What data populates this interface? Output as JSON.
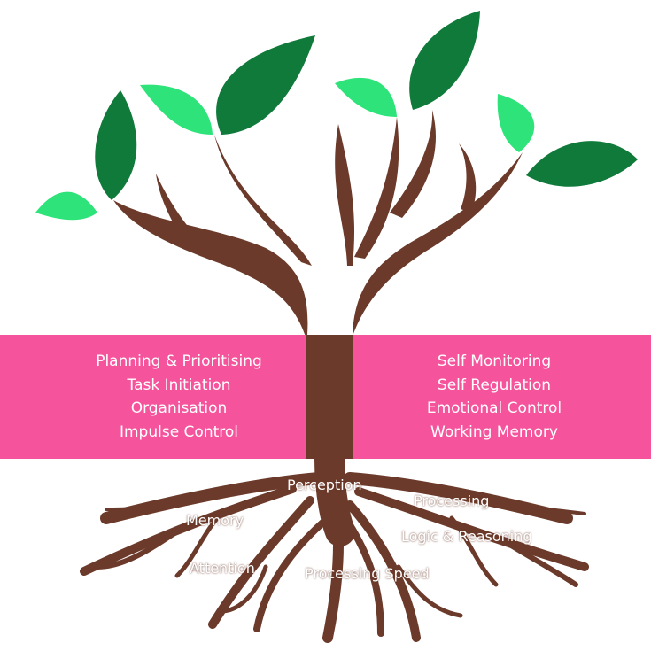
{
  "colors": {
    "band": "#f5549c",
    "trunk": "#6b3a2a",
    "leaf_dark": "#0f7a3a",
    "leaf_light": "#2ee47a",
    "text": "#ffffff"
  },
  "band": {
    "left_items": [
      "Planning & Prioritising",
      "Task Initiation",
      "Organisation",
      "Impulse Control"
    ],
    "right_items": [
      "Self Monitoring",
      "Self Regulation",
      "Emotional Control",
      "Working Memory"
    ]
  },
  "roots": {
    "perception": "Perception",
    "processing": "Processing",
    "memory": "Memory",
    "logic": "Logic & Reasoning",
    "attention": "Attention",
    "processing_speed": "Processing Speed"
  }
}
